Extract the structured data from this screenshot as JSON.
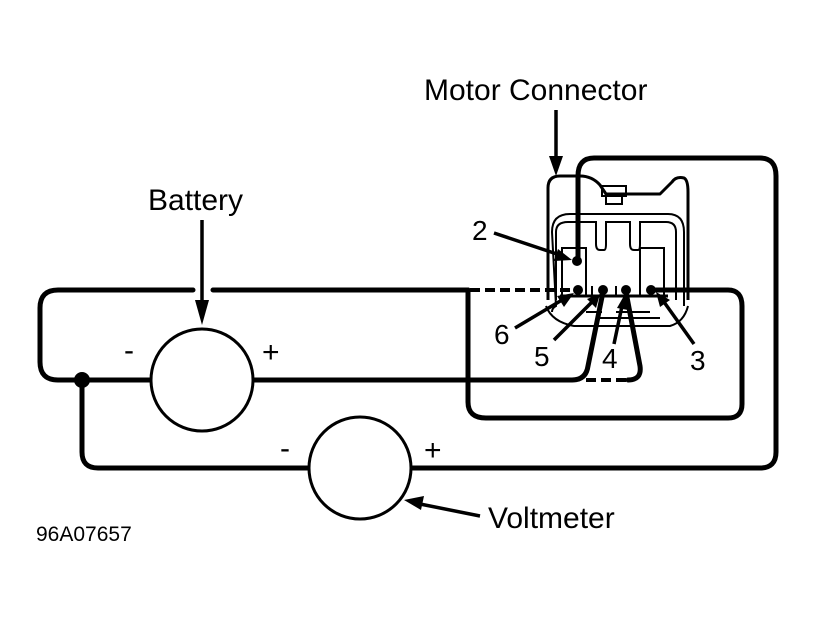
{
  "labels": {
    "motor_connector": "Motor Connector",
    "battery": "Battery",
    "voltmeter": "Voltmeter",
    "figure_code": "96A07657"
  },
  "battery": {
    "negative_sign": "-",
    "positive_sign": "+"
  },
  "voltmeter": {
    "negative_sign": "-",
    "positive_sign": "+"
  },
  "pins": [
    {
      "id": "2",
      "label": "2"
    },
    {
      "id": "6",
      "label": "6"
    },
    {
      "id": "5",
      "label": "5"
    },
    {
      "id": "4",
      "label": "4"
    },
    {
      "id": "3",
      "label": "3"
    }
  ]
}
